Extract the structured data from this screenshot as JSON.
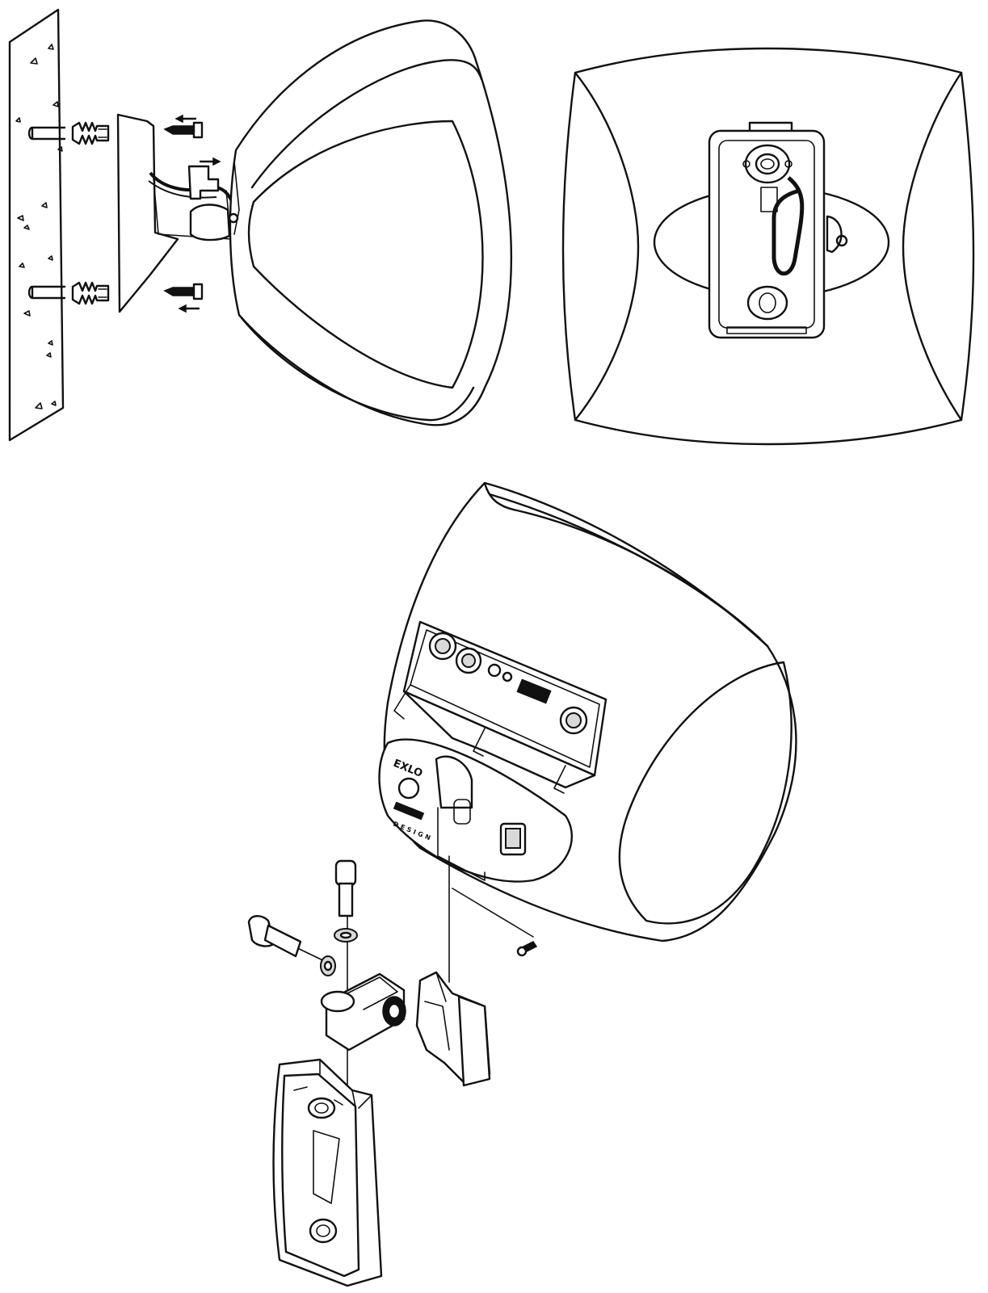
{
  "figure": {
    "kind": "exploded mounting diagram",
    "panels": [
      {
        "id": "wall-install-side",
        "arrows": [
          "left",
          "right",
          "left"
        ]
      },
      {
        "id": "speaker-rear-bracket"
      },
      {
        "id": "speaker-exploded-bracket"
      }
    ],
    "logo_text": "EXLO",
    "brand_block_text": "DESIGN",
    "line_color": "#111111",
    "background_color": "#ffffff"
  }
}
